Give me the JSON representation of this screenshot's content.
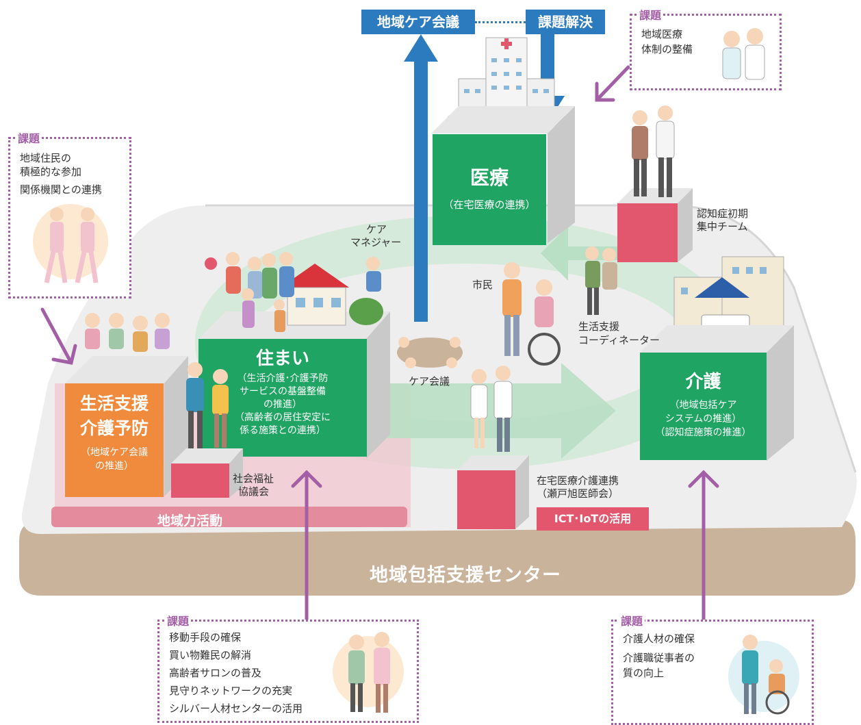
{
  "colors": {
    "green": "#1fa463",
    "orange": "#f08a3c",
    "pink": "#e2566e",
    "purple": "#a35fa6",
    "blue": "#2d7bbf",
    "tan": "#c9b39b"
  },
  "top": {
    "care_meeting": "地域ケア会議",
    "problem_solving": "課題解決"
  },
  "medical": {
    "title": "医療",
    "sub": "（在宅医療の連携）"
  },
  "housing": {
    "title": "住まい",
    "lines": [
      "（生活介護･介護予防",
      "サービスの基盤整備",
      "の推進）",
      "（高齢者の居住安定に",
      "係る施策との連携）"
    ]
  },
  "support": {
    "title1": "生活支援",
    "title2": "介護予防",
    "sub1": "（地域ケア会議",
    "sub2": "の推進）"
  },
  "nursing": {
    "title": "介護",
    "lines": [
      "（地域包括ケア",
      "システムの推進）",
      "（認知症施策の推進）"
    ]
  },
  "labels": {
    "care_manager1": "ケア",
    "care_manager2": "マネジャー",
    "citizen": "市民",
    "care_conference": "ケア会議",
    "coordinator1": "生活支援",
    "coordinator2": "コーディネーター",
    "dementia1": "認知症初期",
    "dementia2": "集中チーム",
    "welfare1": "社会福祉",
    "welfare2": "協議会",
    "homecare1": "在宅医療介護連携",
    "homecare2": "（瀬戸旭医師会）"
  },
  "ict": "ICT･IoTの活用",
  "community_activity": "地域力活動",
  "center": "地域包括支援センター",
  "kadai_title": "課題",
  "kadai_medical": [
    "地域医療",
    "体制の整備"
  ],
  "kadai_residents": [
    "地域住民の",
    "積極的な参加",
    "関係機関との連携"
  ],
  "kadai_housing": [
    "移動手段の確保",
    "買い物難民の解消",
    "高齢者サロンの普及",
    "見守りネットワークの充実",
    "シルバー人材センターの活用"
  ],
  "kadai_nursing": [
    "介護人材の確保",
    "介護職従事者の",
    "質の向上"
  ]
}
